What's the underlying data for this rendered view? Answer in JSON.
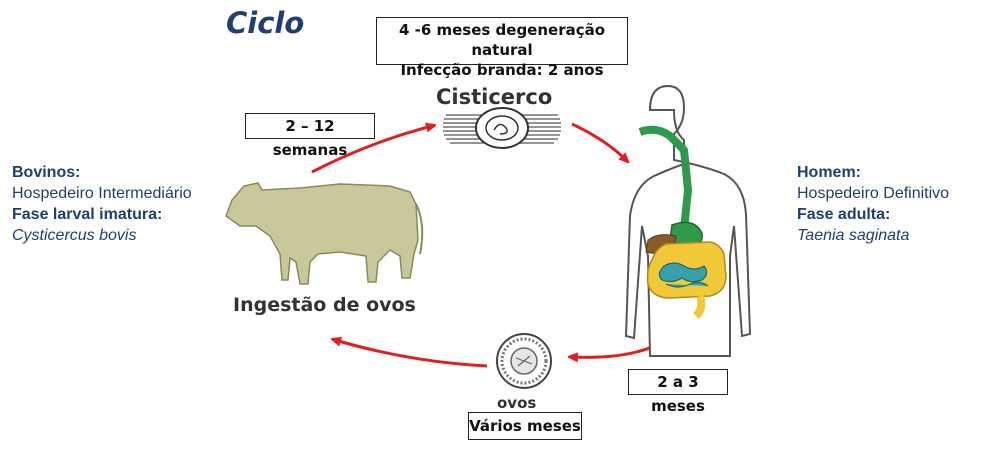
{
  "title": "Ciclo",
  "boxes": {
    "top_line1": "4 -6 meses degeneração natural",
    "top_line2": "Infecção branda: 2 anos",
    "weeks": "2 – 12 semanas",
    "months": "2 a 3 meses",
    "varios": "Vários meses"
  },
  "labels": {
    "cisticerco": "Cisticerco",
    "ingestao": "Ingestão de ovos",
    "ovos": "ovos"
  },
  "left_panel": {
    "heading": "Bovinos:",
    "role": "Hospedeiro Intermediário",
    "phase": "Fase larval imatura:",
    "species": "Cysticercus bovis"
  },
  "right_panel": {
    "heading": "Homem:",
    "role": "Hospedeiro Definitivo",
    "phase": "Fase adulta:",
    "species": "Taenia saginata"
  },
  "colors": {
    "title": "#1f3f70",
    "arrow": "#e02020",
    "cow": "#c9c89a",
    "esophagus": "#2f9a4a",
    "intestine_large": "#f0c838",
    "intestine_small": "#3aa0a8",
    "liver": "#8a5a2a"
  },
  "icons": [
    "cow-icon",
    "cysticercus-icon",
    "egg-icon",
    "human-anatomy-icon"
  ]
}
